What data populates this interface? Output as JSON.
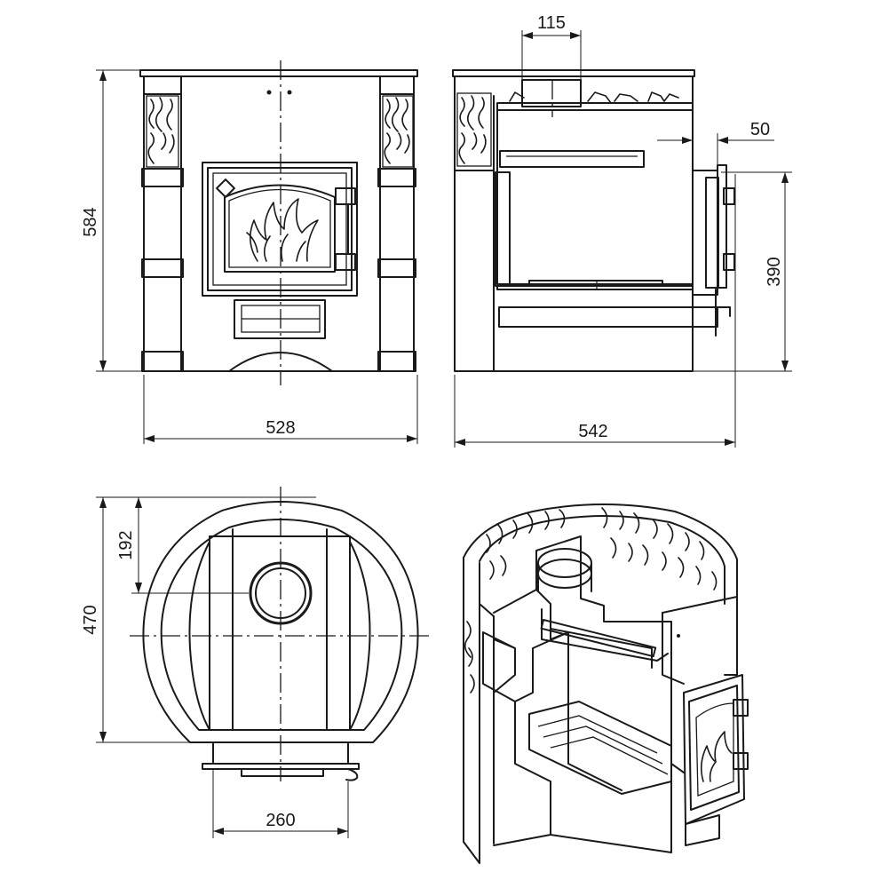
{
  "dimensions": {
    "front_width": "528",
    "front_height": "584",
    "side_depth": "542",
    "chimney_diameter": "115",
    "door_offset": "50",
    "door_height": "390",
    "top_depth": "470",
    "chimney_offset": "192",
    "door_width": "260"
  }
}
